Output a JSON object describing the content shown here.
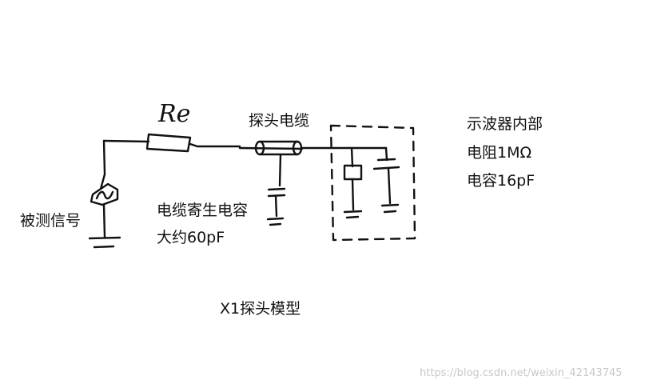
{
  "labels": {
    "re": "Re",
    "probe_cable": "探头电缆",
    "signal_under_test": "被测信号",
    "cable_parasitic_line1": "电缆寄生电容",
    "cable_parasitic_line2": "大约60pF",
    "scope_internal_line1": "示波器内部",
    "scope_internal_line2": "电阻1MΩ",
    "scope_internal_line3": "电容16pF",
    "caption": "X1探头模型"
  },
  "watermark": "https://blog.csdn.net/weixin_42143745"
}
